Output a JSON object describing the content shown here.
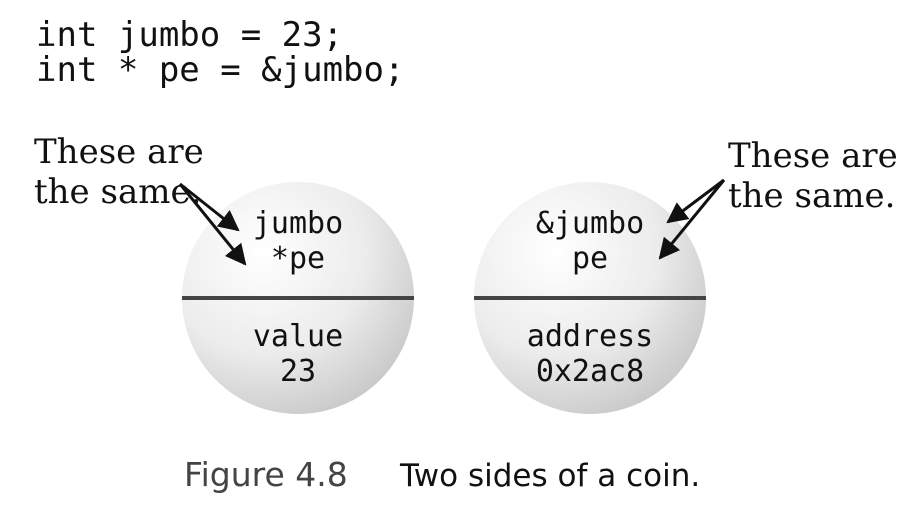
{
  "code": {
    "line1": "int jumbo = 23;",
    "line2": "int * pe = &jumbo;"
  },
  "left_note": {
    "line1": "These are",
    "line2": "the same."
  },
  "right_note": {
    "line1": "These are",
    "line2": "the same."
  },
  "left_coin": {
    "top_line1": "jumbo",
    "top_line2": "*pe",
    "bottom_line1": "value",
    "bottom_line2": "23"
  },
  "right_coin": {
    "top_line1": "&jumbo",
    "top_line2": "pe",
    "bottom_line1": "address",
    "bottom_line2": "0x2ac8"
  },
  "caption": {
    "number": "Figure 4.8",
    "text": "Two sides of a coin."
  }
}
